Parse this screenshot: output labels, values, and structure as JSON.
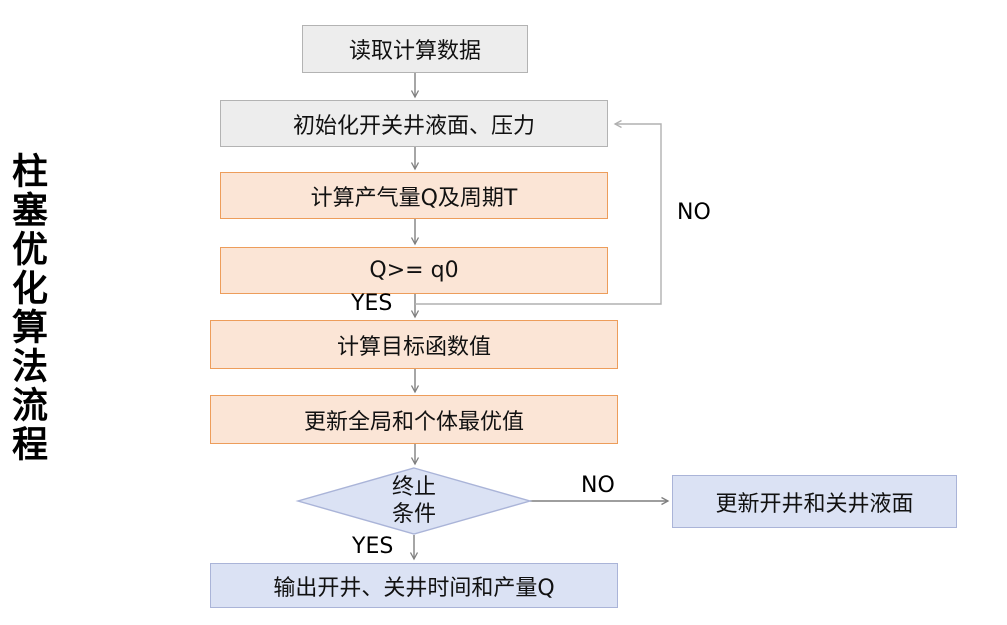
{
  "diagram_title": "柱塞优化算法流程",
  "nodes": {
    "read_data": {
      "label": "读取计算数据"
    },
    "init": {
      "label": "初始化开关井液面、压力"
    },
    "compute_q": {
      "label": "计算产气量Q及周期T"
    },
    "condition_q": {
      "label": "Q>= q0"
    },
    "objective": {
      "label": "计算目标函数值"
    },
    "update_best": {
      "label": "更新全局和个体最优值"
    },
    "terminate": {
      "label_line1": "终止",
      "label_line2": "条件"
    },
    "update_levels": {
      "label": "更新开井和关井液面"
    },
    "output": {
      "label": "输出开井、关井时间和产量Q"
    }
  },
  "edge_labels": {
    "no_loop": "NO",
    "yes_q": "YES",
    "no_terminate": "NO",
    "yes_terminate": "YES"
  },
  "colors": {
    "gray_fill": "#ededed",
    "gray_border": "#b3b3b3",
    "orange_fill": "#fbe5d6",
    "orange_border": "#ed9d5b",
    "blue_fill": "#dbe2f4",
    "blue_border": "#aab4d8",
    "arrow": "#7f7f7f",
    "loop": "#b0b0b0"
  }
}
